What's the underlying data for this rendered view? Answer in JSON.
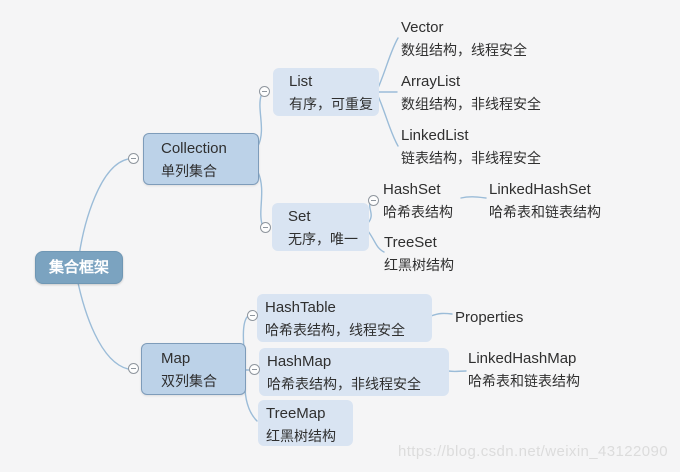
{
  "watermark": "https://blog.csdn.net/weixin_43122090",
  "colors": {
    "background": "#f5f5f6",
    "root_fill": "#7ba3c0",
    "level1_fill": "#bcd2e8",
    "level1_border": "#7e9cba",
    "level2_fill": "#d9e4f2",
    "branch_line": "#9bbcd8",
    "text": "#2f2f2f",
    "root_text": "#ffffff",
    "watermark_text": "#dcdcdc"
  },
  "nodes": {
    "root": {
      "title": "集合框架"
    },
    "collection": {
      "title": "Collection",
      "subtitle": "单列集合"
    },
    "list": {
      "title": "List",
      "subtitle": "有序，可重复"
    },
    "vector": {
      "title": "Vector",
      "subtitle": "数组结构，线程安全"
    },
    "arraylist": {
      "title": "ArrayList",
      "subtitle": "数组结构，非线程安全"
    },
    "linkedlist": {
      "title": "LinkedList",
      "subtitle": "链表结构，非线程安全"
    },
    "set": {
      "title": "Set",
      "subtitle": "无序，唯一"
    },
    "hashset": {
      "title": "HashSet",
      "subtitle": "哈希表结构"
    },
    "linkedhashset": {
      "title": "LinkedHashSet",
      "subtitle": "哈希表和链表结构"
    },
    "treeset": {
      "title": "TreeSet",
      "subtitle": "红黑树结构"
    },
    "map": {
      "title": "Map",
      "subtitle": "双列集合"
    },
    "hashtable": {
      "title": "HashTable",
      "subtitle": "哈希表结构，线程安全"
    },
    "properties": {
      "title": "Properties"
    },
    "hashmap": {
      "title": "HashMap",
      "subtitle": "哈希表结构，非线程安全"
    },
    "linkedhashmap": {
      "title": "LinkedHashMap",
      "subtitle": "哈希表和链表结构"
    },
    "treemap": {
      "title": "TreeMap",
      "subtitle": "红黑树结构"
    }
  },
  "edges": [
    [
      "root",
      "collection"
    ],
    [
      "root",
      "map"
    ],
    [
      "collection",
      "list"
    ],
    [
      "collection",
      "set"
    ],
    [
      "list",
      "vector"
    ],
    [
      "list",
      "arraylist"
    ],
    [
      "list",
      "linkedlist"
    ],
    [
      "set",
      "hashset"
    ],
    [
      "set",
      "treeset"
    ],
    [
      "hashset",
      "linkedhashset"
    ],
    [
      "map",
      "hashtable"
    ],
    [
      "map",
      "hashmap"
    ],
    [
      "map",
      "treemap"
    ],
    [
      "hashtable",
      "properties"
    ],
    [
      "hashmap",
      "linkedhashmap"
    ]
  ],
  "collapsible_nodes": [
    "collection",
    "list",
    "set",
    "hashset",
    "map",
    "hashtable",
    "hashmap"
  ]
}
